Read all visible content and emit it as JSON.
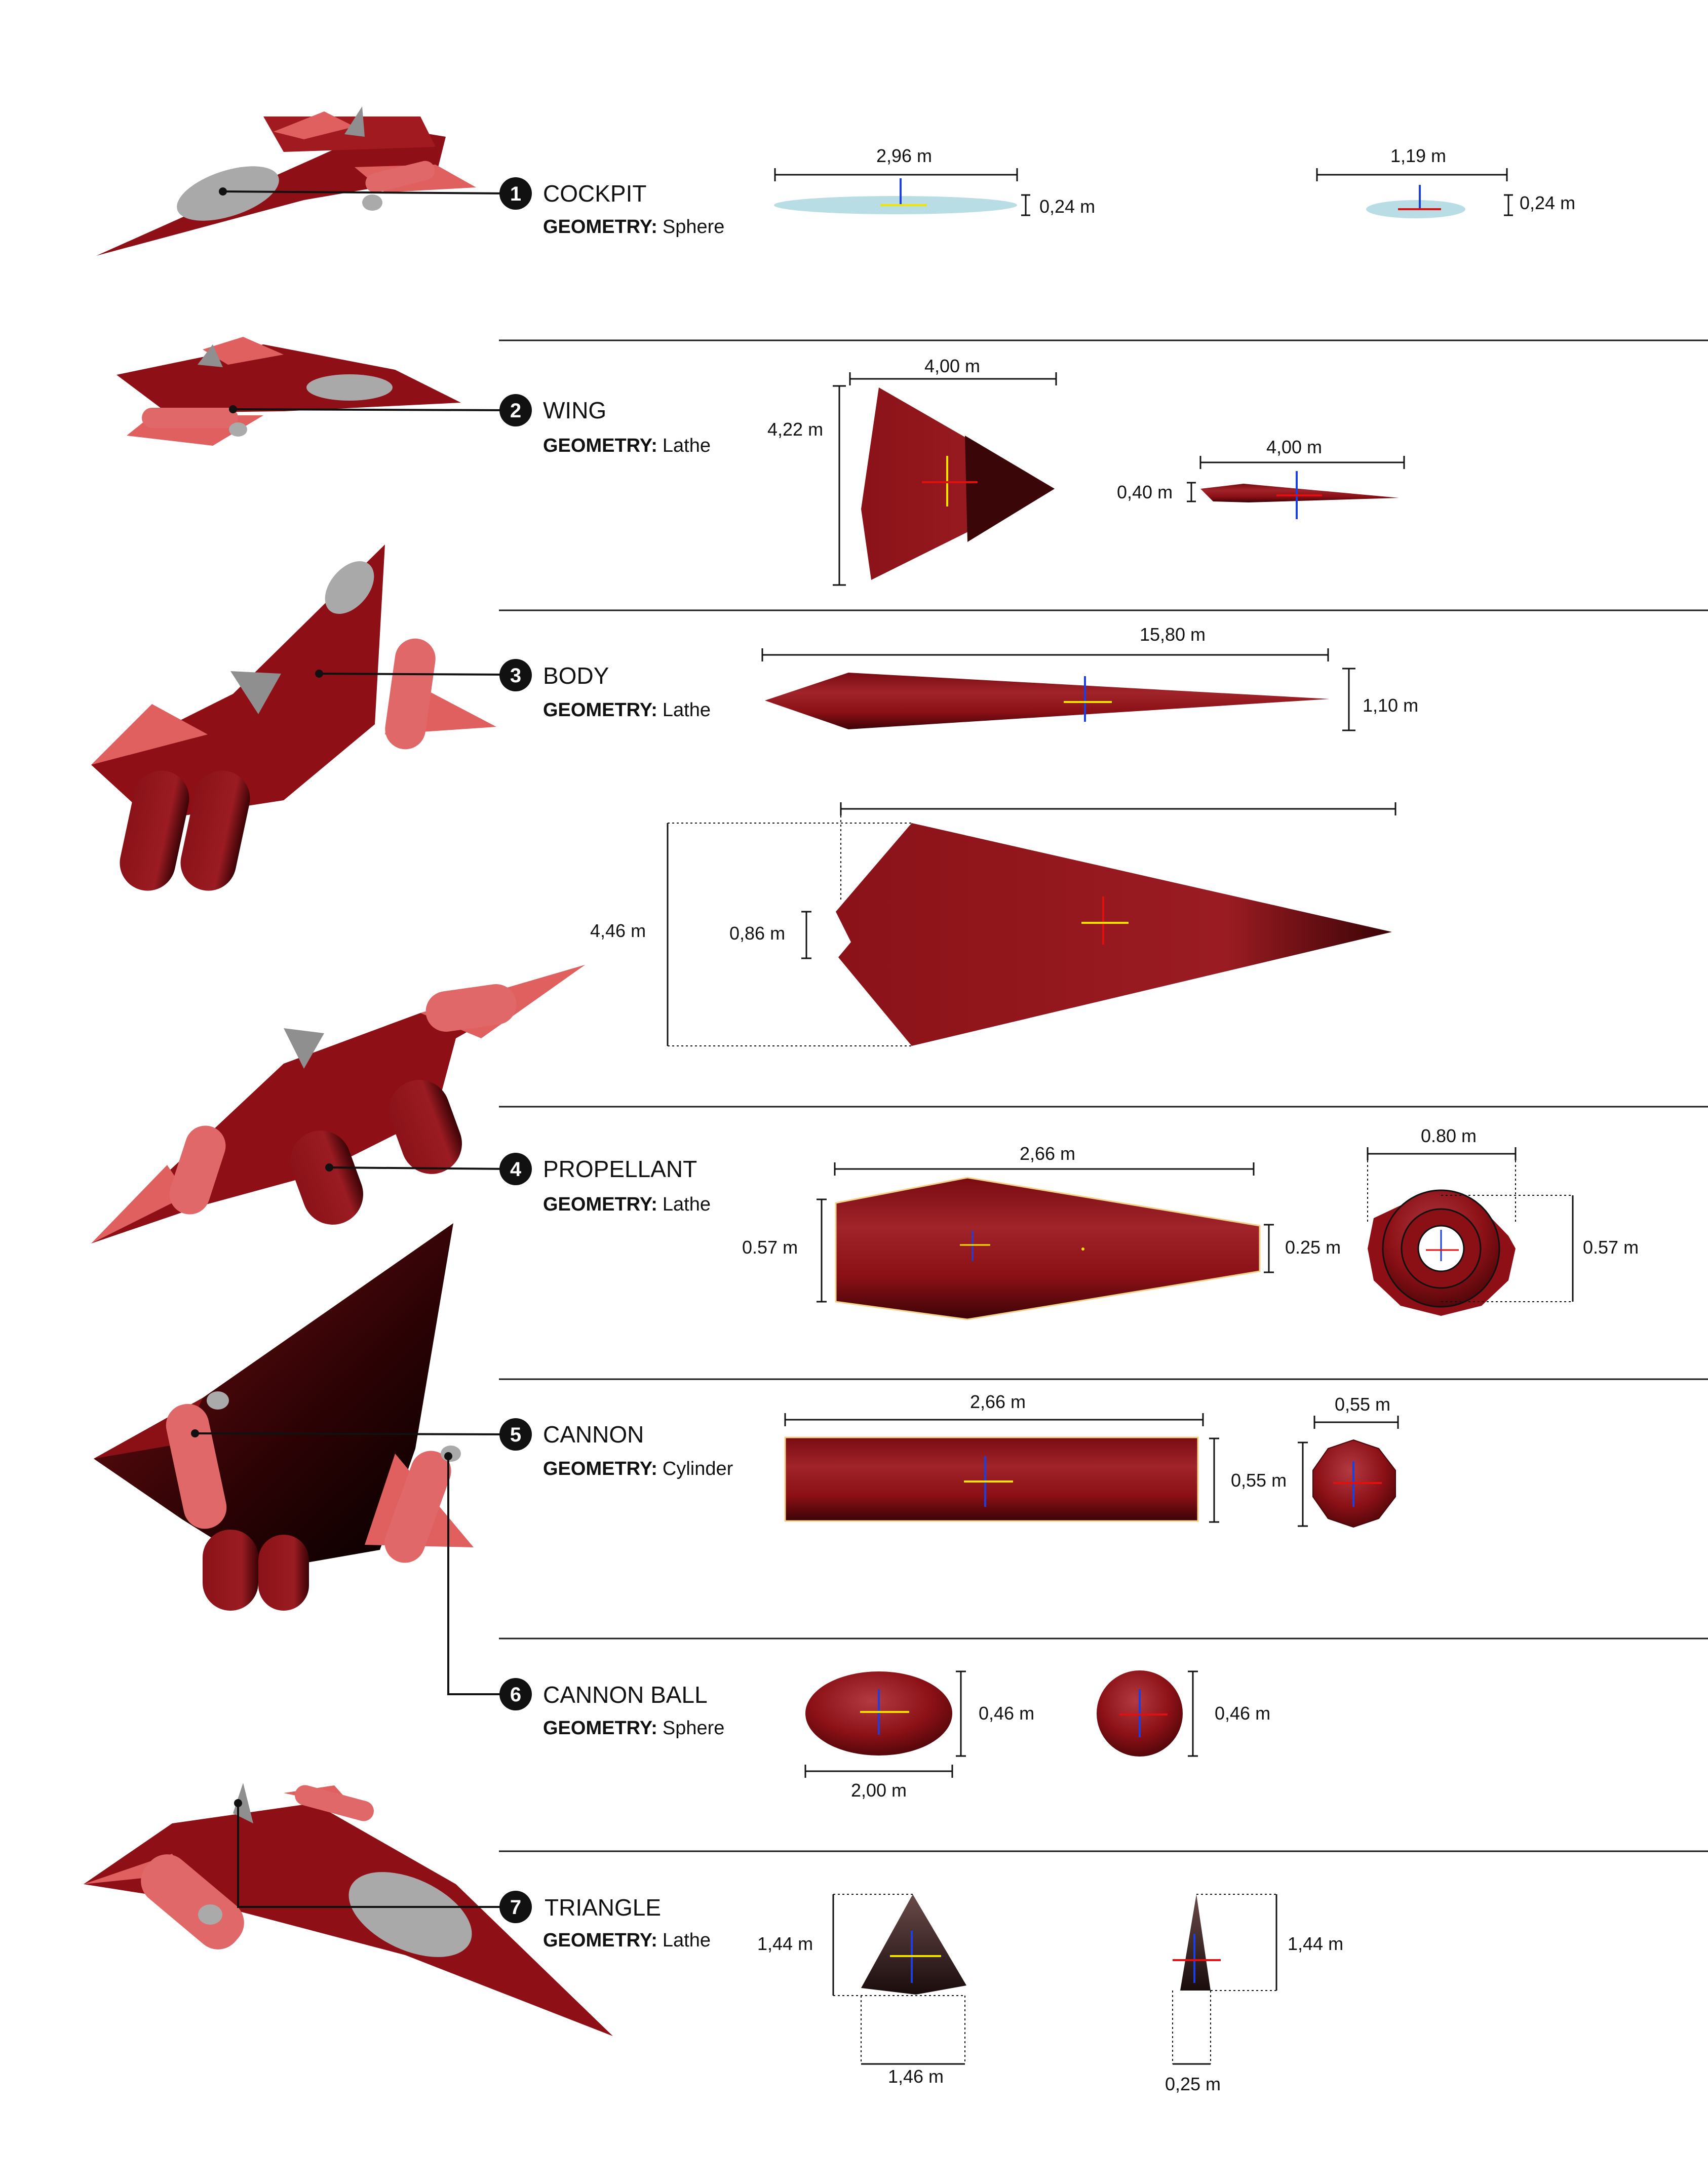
{
  "components": [
    {
      "number": "1",
      "name": "COCKPIT",
      "geometry_label": "GEOMETRY:",
      "geometry": "Sphere",
      "dims": {
        "top_width": "2,96 m",
        "top_height": "0,24 m",
        "side_width": "1,19 m",
        "side_height": "0,24 m"
      }
    },
    {
      "number": "2",
      "name": "WING",
      "geometry_label": "GEOMETRY:",
      "geometry": "Lathe",
      "dims": {
        "top_width": "4,00 m",
        "top_height": "4,22 m",
        "side_width": "4,00 m",
        "side_height": "0,40 m"
      }
    },
    {
      "number": "3",
      "name": "BODY",
      "geometry_label": "GEOMETRY:",
      "geometry": "Lathe",
      "dims": {
        "side_length": "15,80 m",
        "side_height": "1,10 m",
        "top_width": "4,46 m",
        "notch": "0,86 m"
      }
    },
    {
      "number": "4",
      "name": "PROPELLANT",
      "geometry_label": "GEOMETRY:",
      "geometry": "Lathe",
      "dims": {
        "length": "2,66 m",
        "front_diameter": "0.57 m",
        "rear_diameter": "0.25 m",
        "outer_width": "0.80 m",
        "outer_height": "0.57 m"
      }
    },
    {
      "number": "5",
      "name": "CANNON",
      "geometry_label": "GEOMETRY:",
      "geometry": "Cylinder",
      "dims": {
        "length": "2,66 m",
        "height": "0,55 m",
        "end_width": "0,55 m"
      }
    },
    {
      "number": "6",
      "name": "CANNON BALL",
      "geometry_label": "GEOMETRY:",
      "geometry": "Sphere",
      "dims": {
        "side_width": "2,00 m",
        "side_height": "0,46 m",
        "end_height": "0,46 m"
      }
    },
    {
      "number": "7",
      "name": "TRIANGLE",
      "geometry_label": "GEOMETRY:",
      "geometry": "Lathe",
      "dims": {
        "front_height": "1,44 m",
        "front_width": "1,46 m",
        "side_height": "1,44 m",
        "side_width": "0,25 m"
      }
    }
  ],
  "colors": {
    "body_red": "#8e0f16",
    "dark_red": "#4a0508",
    "light_red": "#e06060",
    "cockpit_gray": "#a9a9a9",
    "cockpit_glass": "#b9dde4",
    "axis_blue": "#1d3fe0",
    "axis_red": "#e01010",
    "axis_yellow": "#f2e400"
  }
}
